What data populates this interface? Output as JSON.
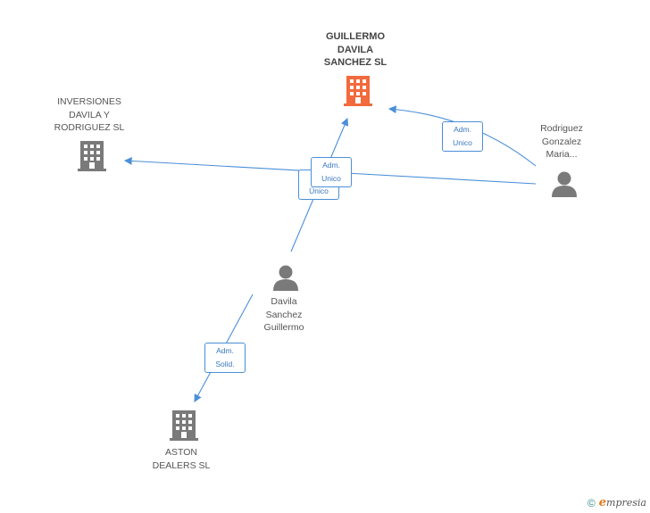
{
  "nodes": {
    "guillermo_company": {
      "label": "GUILLERMO\nDAVILA\nSANCHEZ SL",
      "icon": "building-icon",
      "color": "#f26a3d"
    },
    "inversiones": {
      "label": "INVERSIONES\nDAVILA Y\nRODRIGUEZ SL",
      "icon": "building-icon",
      "color": "#7a7a7a"
    },
    "rodriguez": {
      "label": "Rodriguez\nGonzalez\nMaria...",
      "icon": "person-icon",
      "color": "#7a7a7a"
    },
    "davila_person": {
      "label": "Davila\nSanchez\nGuillermo",
      "icon": "person-icon",
      "color": "#7a7a7a"
    },
    "aston": {
      "label": "ASTON\nDEALERS SL",
      "icon": "building-icon",
      "color": "#7a7a7a"
    }
  },
  "edges": {
    "rodriguez_to_guillermo": "Adm.\nUnico",
    "davila_to_guillermo": "Adm.\nUnico",
    "davila_to_inversiones": "S...\nÚnico",
    "davila_to_aston": "Adm.\nSolid."
  },
  "colors": {
    "edge": "#4a8fd8",
    "accent": "#f26a3d",
    "muted": "#7a7a7a"
  },
  "footer": {
    "copyright_symbol": "©",
    "brand_e": "e",
    "brand_rest": "mpresia"
  }
}
